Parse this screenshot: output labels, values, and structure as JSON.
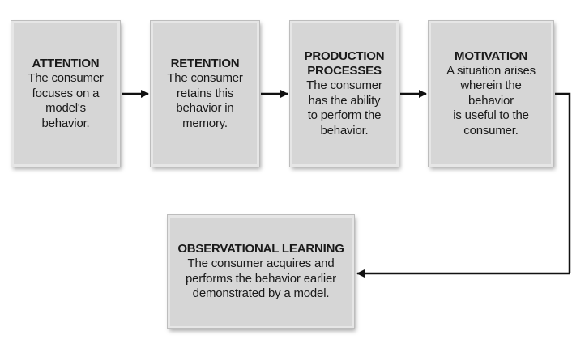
{
  "diagram": {
    "boxes": {
      "attention": {
        "title": "ATTENTION",
        "text": "The consumer\nfocuses on a\nmodel's\nbehavior."
      },
      "retention": {
        "title": "RETENTION",
        "text": "The consumer\nretains this\nbehavior in\nmemory."
      },
      "production": {
        "title": "PRODUCTION\nPROCESSES",
        "text": "The consumer\nhas the ability\nto perform the\nbehavior."
      },
      "motivation": {
        "title": "MOTIVATION",
        "text": "A situation arises\nwherein the behavior\nis useful to the\nconsumer."
      },
      "observational": {
        "title": "OBSERVATIONAL LEARNING",
        "text": "The consumer acquires and\nperforms the behavior earlier\ndemonstrated by a model."
      }
    },
    "colors": {
      "box_fill": "#d6d6d6",
      "arrow": "#111111"
    }
  }
}
